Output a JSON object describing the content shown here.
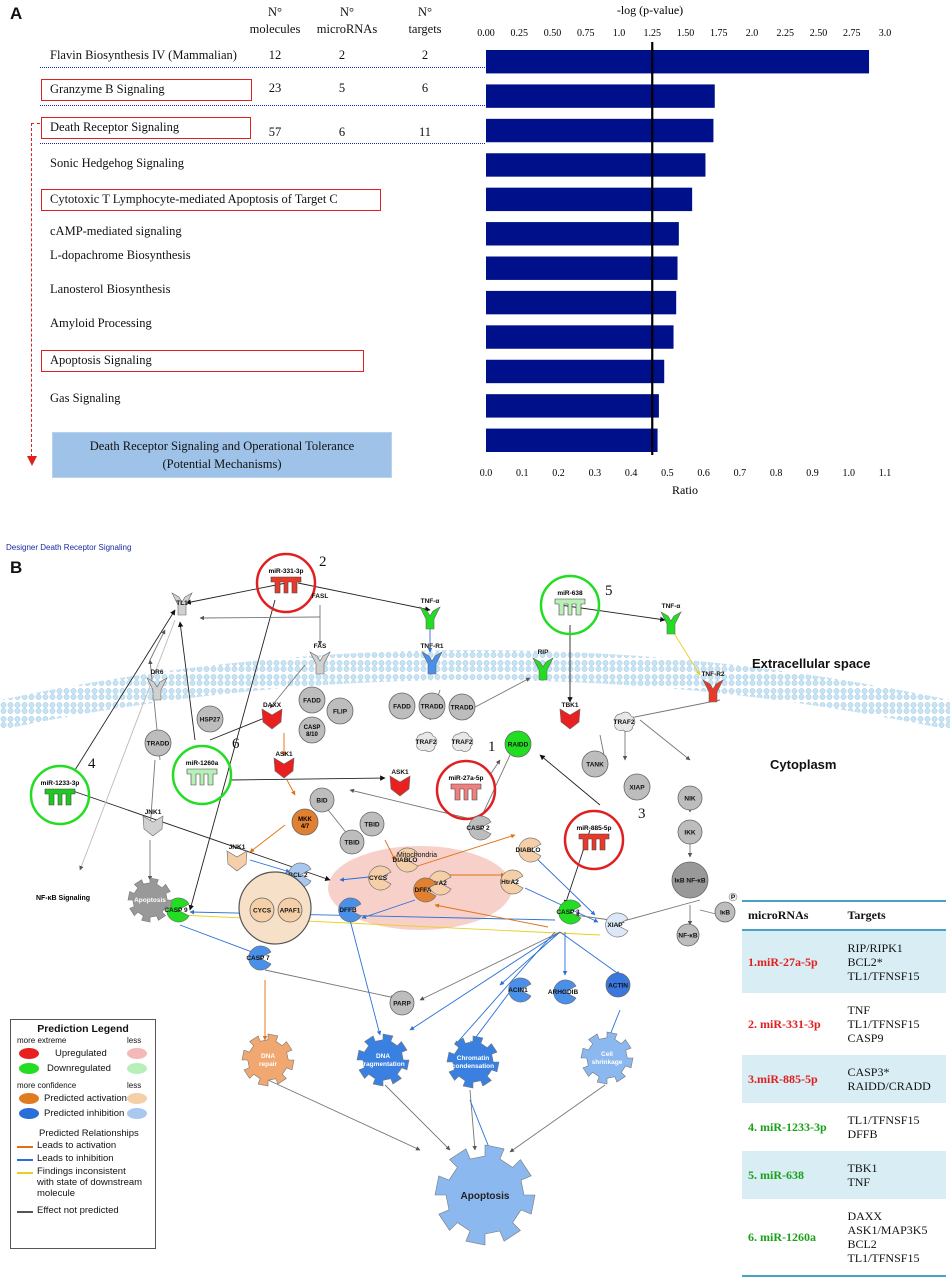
{
  "panelA": {
    "letter": "A",
    "headers": {
      "molecules": [
        "N°",
        "molecules"
      ],
      "micrornas": [
        "N°",
        "microRNAs"
      ],
      "targets": [
        "N°",
        "targets"
      ]
    },
    "pathways": [
      {
        "name": "Flavin Biosynthesis IV (Mammalian)",
        "boxed": false,
        "molecules": "12",
        "micrornas": "2",
        "targets": "2"
      },
      {
        "name": "Granzyme B Signaling",
        "boxed": true,
        "molecules": "23",
        "micrornas": "5",
        "targets": "6"
      },
      {
        "name": "Death Receptor Signaling",
        "boxed": true,
        "molecules": "57",
        "micrornas": "6",
        "targets": "11"
      },
      {
        "name": "Sonic Hedgehog Signaling",
        "boxed": false
      },
      {
        "name": "Cytotoxic T Lymphocyte-mediated Apoptosis of Target C",
        "boxed": true
      },
      {
        "name": "cAMP-mediated signaling",
        "boxed": false
      },
      {
        "name": "L-dopachrome Biosynthesis",
        "boxed": false
      },
      {
        "name": "Lanosterol Biosynthesis",
        "boxed": false
      },
      {
        "name": "Amyloid Processing",
        "boxed": false
      },
      {
        "name": "Apoptosis Signaling",
        "boxed": true
      },
      {
        "name": "Gas Signaling",
        "boxed": false
      }
    ],
    "tolerance_box": [
      "Death Receptor Signaling and Operational Tolerance",
      "(Potential Mechanisms)"
    ]
  },
  "chart_data": {
    "type": "bar",
    "orientation": "horizontal",
    "top_axis_label": "-log (p-value)",
    "top_ticks": [
      "0.00",
      "0.25",
      "0.50",
      "0.75",
      "1.0",
      "1.25",
      "1.50",
      "1.75",
      "2.0",
      "2.25",
      "2.50",
      "2.75",
      "3.0"
    ],
    "top_range": [
      0,
      3.0
    ],
    "xlabel": "Ratio",
    "bottom_ticks": [
      "0.0",
      "0.1",
      "0.2",
      "0.3",
      "0.4",
      "0.5",
      "0.6",
      "0.7",
      "0.8",
      "0.9",
      "1.0",
      "1.1"
    ],
    "bottom_range": [
      0,
      1.1
    ],
    "threshold_neglog_p": 1.25,
    "bar_color": "#00108a",
    "values_neglog_p": [
      2.88,
      1.72,
      1.71,
      1.65,
      1.55,
      1.45,
      1.44,
      1.43,
      1.41,
      1.34,
      1.3,
      1.29
    ]
  },
  "panelB": {
    "letter": "B",
    "designer_title": "Designer Death Receptor Signaling",
    "region_labels": {
      "extracellular": "Extracellular space",
      "cytoplasm": "Cytoplasm",
      "mitochondria": "Mitochondria"
    },
    "numbers": [
      "1",
      "2",
      "3",
      "4",
      "5",
      "6"
    ],
    "mirna_nodes": {
      "m331": "miR-331-3p",
      "m638": "miR-638",
      "m27a": "miR-27a-5p",
      "m885": "miR-885-5p",
      "m1233": "miR-1233-3p",
      "m1260": "miR-1260a"
    },
    "nodes": {
      "TL1": "TL1",
      "FASL": "FASL",
      "TNFa1": "TNF-α",
      "TNFa2": "TNF-α",
      "TNFR1": "TNF-R1",
      "TNFR2": "TNF-R2",
      "RIP": "RIP",
      "FAS": "FAS",
      "DR6": "DR6",
      "HSP27": "HSP27",
      "DAXX": "DAXX",
      "FADD1": "FADD",
      "FLIP": "FLIP",
      "FADD2": "FADD",
      "TRADD1": "TRADD",
      "TRADD2": "TRADD",
      "TRADD3": "TRADD",
      "TRAF2a": "TRAF2",
      "TRAF2b": "TRAF2",
      "TRAF2c": "TRAF2",
      "TBK1": "TBK1",
      "TANK": "TANK",
      "XIAP1": "XIAP",
      "ASK1a": "ASK1",
      "CASP810": "CASP 8/10",
      "ASK1b": "ASK1",
      "RAIDD": "RAIDD",
      "BID": "BID",
      "TBID1": "TBID",
      "TBID2": "TBID",
      "CASP2": "CASP 2",
      "MKK47": "MKK 4/7",
      "JNK1a": "JNK1",
      "JNK1b": "JNK1",
      "NIK": "NIK",
      "IKK": "IKK",
      "IkBNFkB1": "IκB NF-κB",
      "IkB": "IκB",
      "NFkB": "NF-κB",
      "BCL2": "BCL-2",
      "DIABLO1": "DIABLO",
      "DIABLO2": "DIABLO",
      "CYCS1": "CYCS",
      "APAF1": "APAF1",
      "CYCS2": "CYCS",
      "HtrA2a": "HtrA2",
      "HtrA2b": "HtrA2",
      "XIAP2": "XIAP",
      "NFkBsig": "NF-κB Signaling",
      "Apoptosis1": "Apoptosis",
      "CASP3": "CASP 3",
      "CASP9": "CASP 9",
      "DFFA": "DFFA",
      "DFFB": "DFFB",
      "CASP7": "CASP 7",
      "PARP": "PARP",
      "ACIN1": "ACIN1",
      "ARHGDIB": "ARHGDIB",
      "ACTIN": "ACTIN",
      "DNArepair": "DNA repair",
      "DNAfrag": "DNA fragmentation",
      "Chromatin": "Chromatin condensation",
      "Shrink": "Cell shrinkage",
      "Apoptosis2": "Apoptosis",
      "P": "P"
    },
    "legend": {
      "title": "Prediction Legend",
      "more_extreme": "more extreme",
      "less": "less",
      "upregulated": "Upregulated",
      "downregulated": "Downregulated",
      "more_confidence": "more confidence",
      "pred_activation": "Predicted activation",
      "pred_inhibition": "Predicted inhibition",
      "pred_relationships": "Predicted Relationships",
      "leads_activation": "Leads to activation",
      "leads_inhibition": "Leads to inhibition",
      "findings_inconsistent": [
        "Findings inconsistent",
        "with state of downstream",
        "molecule"
      ],
      "effect_not_predicted": "Effect not predicted",
      "colors": {
        "up": "#e82020",
        "up_light": "#f4b8b8",
        "down": "#22dd22",
        "down_light": "#b8eeb8",
        "act": "#e07b20",
        "act_light": "#f5cfa8",
        "inh": "#2a6ed8",
        "inh_light": "#a8c8f0",
        "line_act": "#e07010",
        "line_inh": "#2a70d8",
        "line_incons": "#e8d020",
        "line_none": "#555555"
      }
    },
    "table": {
      "col_mirnas": "microRNAs",
      "col_targets": "Targets",
      "rows": [
        {
          "mirna": "1.miR-27a-5p",
          "color": "red",
          "targets": [
            "RIP/RIPK1",
            "BCL2*",
            "TL1/TFNSF15"
          ]
        },
        {
          "mirna": "2. miR-331-3p",
          "color": "red",
          "targets": [
            "TNF",
            "TL1/TFNSF15",
            "CASP9"
          ]
        },
        {
          "mirna": "3.miR-885-5p",
          "color": "red",
          "targets": [
            "CASP3*",
            "RAIDD/CRADD"
          ]
        },
        {
          "mirna": "4. miR-1233-3p",
          "color": "green",
          "targets": [
            "TL1/TFNSF15",
            "DFFB"
          ]
        },
        {
          "mirna": "5. miR-638",
          "color": "green",
          "targets": [
            "TBK1",
            "TNF"
          ]
        },
        {
          "mirna": "6. miR-1260a",
          "color": "green",
          "targets": [
            "DAXX",
            "ASK1/MAP3K5",
            "BCL2",
            "TL1/TFNSF15"
          ]
        }
      ]
    }
  }
}
